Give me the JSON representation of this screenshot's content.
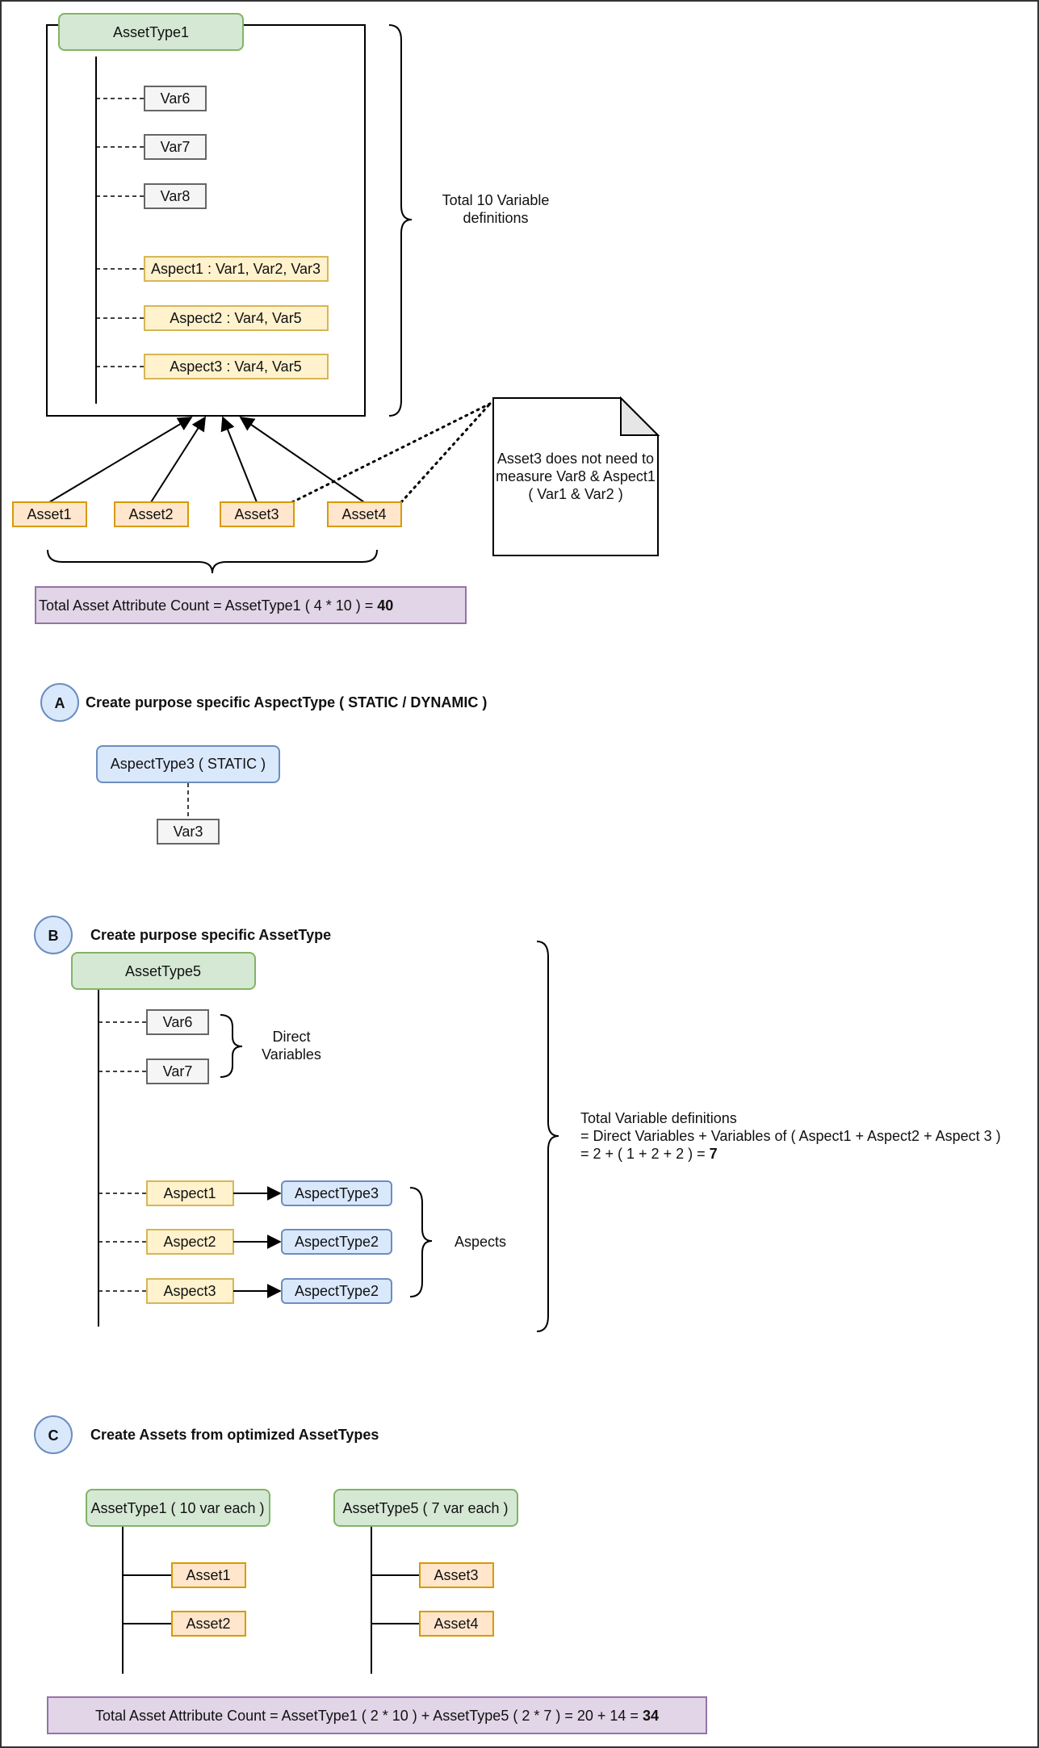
{
  "colors": {
    "green_fill": "#d5e8d4",
    "green_stroke": "#82b366",
    "yellow_fill": "#fff2cc",
    "yellow_stroke": "#d6b656",
    "orange_fill": "#ffe6cc",
    "orange_stroke": "#d79b00",
    "blue_fill": "#dae8fc",
    "blue_stroke": "#6c8ebf",
    "gray_fill": "#f5f5f5",
    "gray_stroke": "#666666",
    "purple_fill": "#e1d5e7",
    "purple_stroke": "#9673a6"
  },
  "top": {
    "asset_type": "AssetType1",
    "vars": [
      "Var6",
      "Var7",
      "Var8"
    ],
    "aspects": [
      "Aspect1 : Var1, Var2, Var3",
      "Aspect2 : Var4, Var5",
      "Aspect3 : Var4, Var5"
    ],
    "total_line1": "Total 10 Variable",
    "total_line2": "definitions",
    "assets": [
      "Asset1",
      "Asset2",
      "Asset3",
      "Asset4"
    ],
    "note_lines": [
      "Asset3 does not need to",
      "measure Var8 & Aspect1",
      "( Var1 & Var2 )"
    ],
    "count_prefix": "Total Asset Attribute Count = AssetType1 ( 4 * 10 ) = ",
    "count_value": "40"
  },
  "section_a": {
    "badge": "A",
    "title": "Create purpose specific AspectType ( STATIC / DYNAMIC )",
    "aspect_type": "AspectType3 ( STATIC )",
    "var": "Var3"
  },
  "section_b": {
    "badge": "B",
    "title": "Create purpose specific AssetType",
    "asset_type": "AssetType5",
    "vars": [
      "Var6",
      "Var7"
    ],
    "direct_line1": "Direct",
    "direct_line2": "Variables",
    "aspects": [
      "Aspect1",
      "Aspect2",
      "Aspect3"
    ],
    "aspect_types": [
      "AspectType3",
      "AspectType2",
      "AspectType2"
    ],
    "aspects_label": "Aspects",
    "total_line1": "Total Variable definitions",
    "total_line2": "= Direct Variables + Variables of ( Aspect1 + Aspect2 + Aspect 3 )",
    "total_line3_prefix": "=  2 + ( 1 + 2 + 2 ) = ",
    "total_line3_value": "7"
  },
  "section_c": {
    "badge": "C",
    "title": "Create Assets from optimized AssetTypes",
    "type1": "AssetType1 ( 10 var each )",
    "type1_assets": [
      "Asset1",
      "Asset2"
    ],
    "type5": "AssetType5 ( 7 var each )",
    "type5_assets": [
      "Asset3",
      "Asset4"
    ],
    "count_prefix": "Total Asset Attribute Count = AssetType1 ( 2 * 10 ) + AssetType5 ( 2 * 7 ) = 20 + 14 = ",
    "count_value": "34"
  }
}
